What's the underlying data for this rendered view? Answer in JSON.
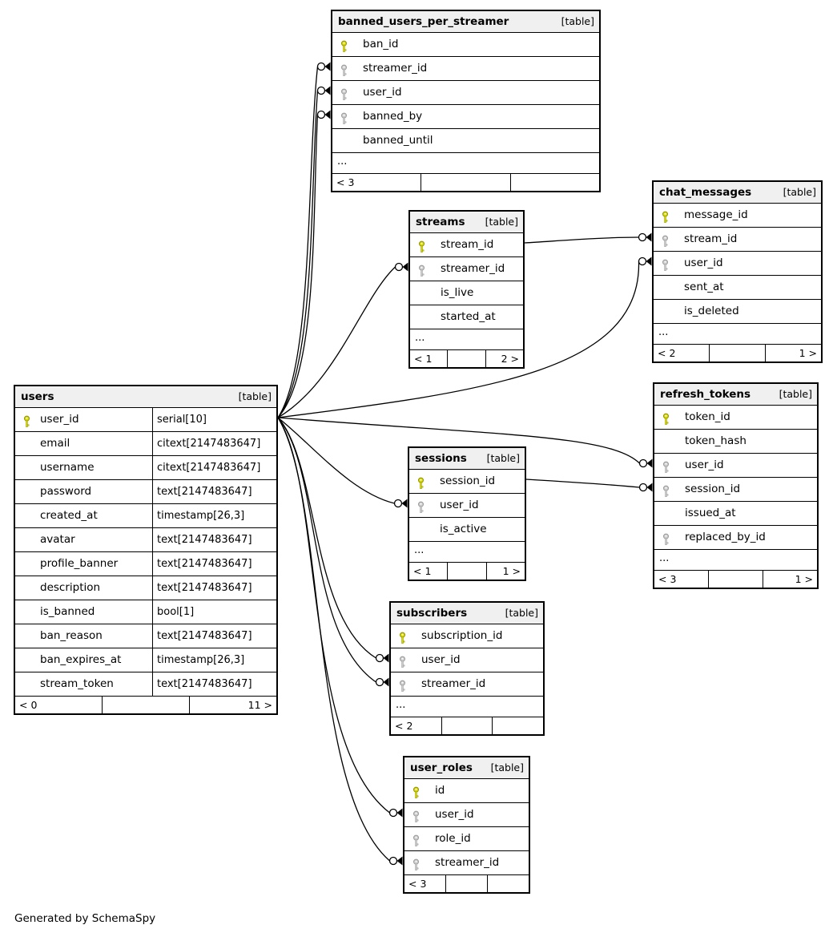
{
  "footer_note": "Generated by SchemaSpy",
  "colors": {
    "pk_key_fill": "#d9d900",
    "pk_key_stroke": "#8f8f00",
    "fk_key_fill": "#cccccc",
    "fk_key_stroke": "#999999",
    "header_bg": "#f0f0f0",
    "border": "#000000",
    "edge": "#000000"
  },
  "tables": [
    {
      "name": "banned_users_per_streamer",
      "tag": "[table]",
      "columns": [
        {
          "name": "ban_id",
          "key": "pk"
        },
        {
          "name": "streamer_id",
          "key": "fk"
        },
        {
          "name": "user_id",
          "key": "fk"
        },
        {
          "name": "banned_by",
          "key": "fk"
        },
        {
          "name": "banned_until",
          "key": ""
        }
      ],
      "ellipsis": "...",
      "footer": [
        "< 3",
        "",
        ""
      ]
    },
    {
      "name": "chat_messages",
      "tag": "[table]",
      "columns": [
        {
          "name": "message_id",
          "key": "pk"
        },
        {
          "name": "stream_id",
          "key": "fk"
        },
        {
          "name": "user_id",
          "key": "fk"
        },
        {
          "name": "sent_at",
          "key": ""
        },
        {
          "name": "is_deleted",
          "key": ""
        }
      ],
      "ellipsis": "...",
      "footer": [
        "< 2",
        "",
        "1 >"
      ]
    },
    {
      "name": "streams",
      "tag": "[table]",
      "columns": [
        {
          "name": "stream_id",
          "key": "pk"
        },
        {
          "name": "streamer_id",
          "key": "fk"
        },
        {
          "name": "is_live",
          "key": ""
        },
        {
          "name": "started_at",
          "key": ""
        }
      ],
      "ellipsis": "...",
      "footer": [
        "< 1",
        "",
        "2 >"
      ]
    },
    {
      "name": "users",
      "tag": "[table]",
      "columns": [
        {
          "name": "user_id",
          "key": "pk",
          "type": "serial[10]"
        },
        {
          "name": "email",
          "key": "",
          "type": "citext[2147483647]"
        },
        {
          "name": "username",
          "key": "",
          "type": "citext[2147483647]"
        },
        {
          "name": "password",
          "key": "",
          "type": "text[2147483647]"
        },
        {
          "name": "created_at",
          "key": "",
          "type": "timestamp[26,3]"
        },
        {
          "name": "avatar",
          "key": "",
          "type": "text[2147483647]"
        },
        {
          "name": "profile_banner",
          "key": "",
          "type": "text[2147483647]"
        },
        {
          "name": "description",
          "key": "",
          "type": "text[2147483647]"
        },
        {
          "name": "is_banned",
          "key": "",
          "type": "bool[1]"
        },
        {
          "name": "ban_reason",
          "key": "",
          "type": "text[2147483647]"
        },
        {
          "name": "ban_expires_at",
          "key": "",
          "type": "timestamp[26,3]"
        },
        {
          "name": "stream_token",
          "key": "",
          "type": "text[2147483647]"
        }
      ],
      "footer": [
        "< 0",
        "",
        "11 >"
      ]
    },
    {
      "name": "refresh_tokens",
      "tag": "[table]",
      "columns": [
        {
          "name": "token_id",
          "key": "pk"
        },
        {
          "name": "token_hash",
          "key": ""
        },
        {
          "name": "user_id",
          "key": "fk"
        },
        {
          "name": "session_id",
          "key": "fk"
        },
        {
          "name": "issued_at",
          "key": ""
        },
        {
          "name": "replaced_by_id",
          "key": "fk"
        }
      ],
      "ellipsis": "...",
      "footer": [
        "< 3",
        "",
        "1 >"
      ]
    },
    {
      "name": "sessions",
      "tag": "[table]",
      "columns": [
        {
          "name": "session_id",
          "key": "pk"
        },
        {
          "name": "user_id",
          "key": "fk"
        },
        {
          "name": "is_active",
          "key": ""
        }
      ],
      "ellipsis": "...",
      "footer": [
        "< 1",
        "",
        "1 >"
      ]
    },
    {
      "name": "subscribers",
      "tag": "[table]",
      "columns": [
        {
          "name": "subscription_id",
          "key": "pk"
        },
        {
          "name": "user_id",
          "key": "fk"
        },
        {
          "name": "streamer_id",
          "key": "fk"
        }
      ],
      "ellipsis": "...",
      "footer": [
        "< 2",
        "",
        ""
      ]
    },
    {
      "name": "user_roles",
      "tag": "[table]",
      "columns": [
        {
          "name": "id",
          "key": "pk"
        },
        {
          "name": "user_id",
          "key": "fk"
        },
        {
          "name": "role_id",
          "key": "fk"
        },
        {
          "name": "streamer_id",
          "key": "fk"
        }
      ],
      "footer": [
        "< 3",
        "",
        ""
      ]
    }
  ],
  "relationships": [
    {
      "from": "users.user_id",
      "to": "banned_users_per_streamer.streamer_id"
    },
    {
      "from": "users.user_id",
      "to": "banned_users_per_streamer.user_id"
    },
    {
      "from": "users.user_id",
      "to": "banned_users_per_streamer.banned_by"
    },
    {
      "from": "users.user_id",
      "to": "streams.streamer_id"
    },
    {
      "from": "streams.stream_id",
      "to": "chat_messages.stream_id"
    },
    {
      "from": "users.user_id",
      "to": "chat_messages.user_id"
    },
    {
      "from": "users.user_id",
      "to": "refresh_tokens.user_id"
    },
    {
      "from": "sessions.session_id",
      "to": "refresh_tokens.session_id"
    },
    {
      "from": "users.user_id",
      "to": "sessions.user_id"
    },
    {
      "from": "users.user_id",
      "to": "subscribers.user_id"
    },
    {
      "from": "users.user_id",
      "to": "subscribers.streamer_id"
    },
    {
      "from": "users.user_id",
      "to": "user_roles.user_id"
    },
    {
      "from": "users.user_id",
      "to": "user_roles.streamer_id"
    }
  ]
}
